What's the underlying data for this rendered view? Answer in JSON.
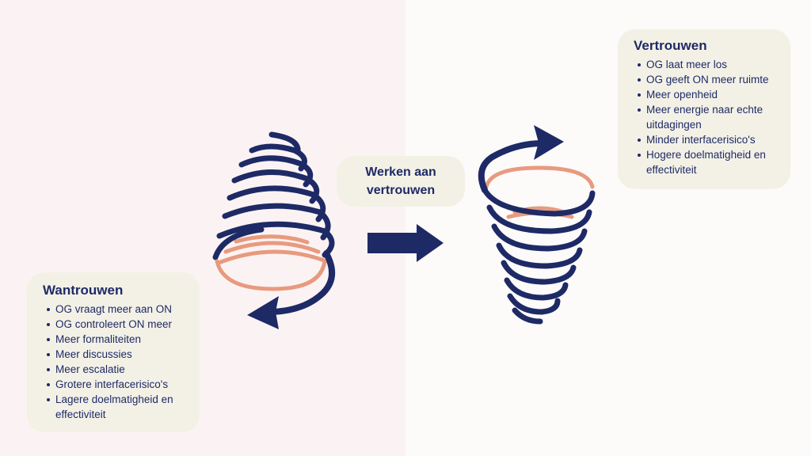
{
  "left_card": {
    "title": "Wantrouwen",
    "items": [
      "OG vraagt meer aan ON",
      "OG controleert ON meer",
      "Meer formaliteiten",
      "Meer discussies",
      "Meer escalatie",
      "Grotere interfacerisico's",
      "Lagere doelmatigheid en effectiviteit"
    ]
  },
  "right_card": {
    "title": "Vertrouwen",
    "items": [
      "OG laat meer los",
      "OG geeft ON meer ruimte",
      "Meer openheid",
      "Meer energie naar echte uitdagingen",
      "Minder interfacerisico's",
      "Hogere doelmatigheid en effectiviteit"
    ]
  },
  "center_label": "Werken aan vertrouwen",
  "colors": {
    "navy": "#1e2a66",
    "salmon": "#e89a7e",
    "card": "#f3f1e6",
    "left_bg": "#fbf3f3",
    "right_bg": "#fdfafa"
  }
}
